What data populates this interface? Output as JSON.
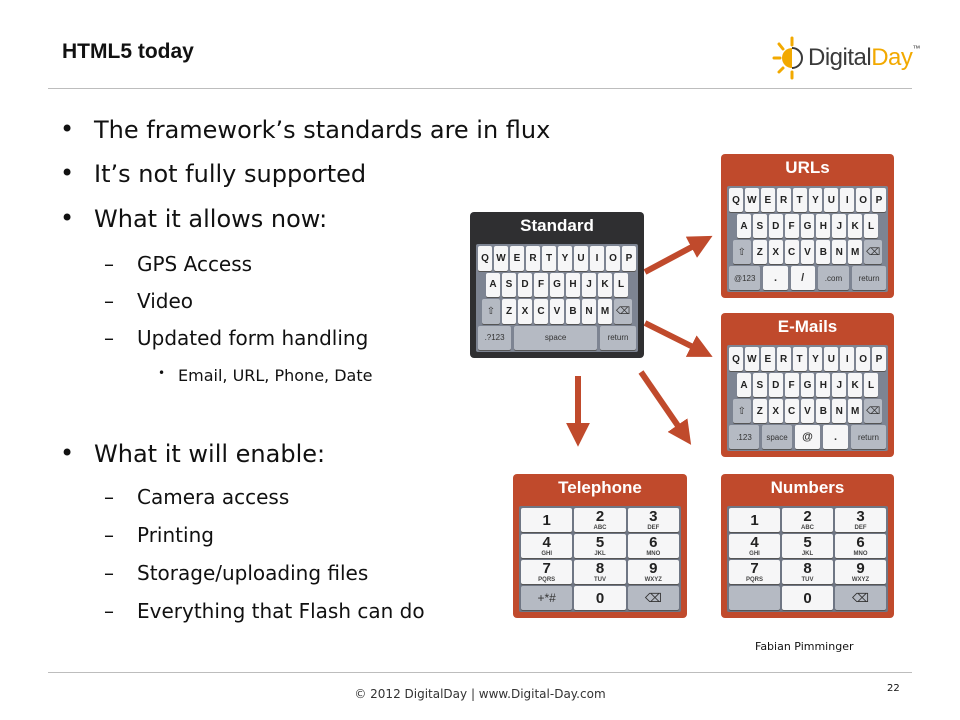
{
  "header": {
    "title": "HTML5 today"
  },
  "logo": {
    "part1": "Digital",
    "part2": "Day",
    "tm": "™"
  },
  "bullets": {
    "b1": "The framework’s standards are in flux",
    "b2": "It’s not fully supported",
    "b3": "What it allows now:",
    "allows": [
      "GPS Access",
      "Video",
      "Updated form handling"
    ],
    "form_sub": "Email, URL, Phone, Date",
    "b4": "What it will enable:",
    "enable": [
      "Camera access",
      "Printing",
      "Storage/uploading files",
      "Everything that Flash can do"
    ]
  },
  "keyboards": {
    "standard": {
      "title": "Standard",
      "rows": [
        [
          "Q",
          "W",
          "E",
          "R",
          "T",
          "Y",
          "U",
          "I",
          "O",
          "P"
        ],
        [
          "A",
          "S",
          "D",
          "F",
          "G",
          "H",
          "J",
          "K",
          "L"
        ],
        [
          "Z",
          "X",
          "C",
          "V",
          "B",
          "N",
          "M"
        ]
      ],
      "bottom": [
        ".?123",
        "space",
        "return"
      ]
    },
    "urls": {
      "title": "URLs",
      "rows": [
        [
          "Q",
          "W",
          "E",
          "R",
          "T",
          "Y",
          "U",
          "I",
          "O",
          "P"
        ],
        [
          "A",
          "S",
          "D",
          "F",
          "G",
          "H",
          "J",
          "K",
          "L"
        ],
        [
          "Z",
          "X",
          "C",
          "V",
          "B",
          "N",
          "M"
        ]
      ],
      "bottom": [
        "@123",
        ".",
        "/",
        ".com",
        "return"
      ]
    },
    "emails": {
      "title": "E-Mails",
      "rows": [
        [
          "Q",
          "W",
          "E",
          "R",
          "T",
          "Y",
          "U",
          "I",
          "O",
          "P"
        ],
        [
          "A",
          "S",
          "D",
          "F",
          "G",
          "H",
          "J",
          "K",
          "L"
        ],
        [
          "Z",
          "X",
          "C",
          "V",
          "B",
          "N",
          "M"
        ]
      ],
      "bottom": [
        ".123",
        "space",
        "@",
        ".",
        "return"
      ]
    },
    "telephone": {
      "title": "Telephone",
      "keys": [
        [
          "1",
          ""
        ],
        [
          "2",
          "ABC"
        ],
        [
          "3",
          "DEF"
        ],
        [
          "4",
          "GHI"
        ],
        [
          "5",
          "JKL"
        ],
        [
          "6",
          "MNO"
        ],
        [
          "7",
          "PQRS"
        ],
        [
          "8",
          "TUV"
        ],
        [
          "9",
          "WXYZ"
        ],
        [
          "+*#",
          ""
        ],
        [
          "0",
          ""
        ],
        [
          "⌫",
          ""
        ]
      ]
    },
    "numbers": {
      "title": "Numbers",
      "keys": [
        [
          "1",
          ""
        ],
        [
          "2",
          "ABC"
        ],
        [
          "3",
          "DEF"
        ],
        [
          "4",
          "GHI"
        ],
        [
          "5",
          "JKL"
        ],
        [
          "6",
          "MNO"
        ],
        [
          "7",
          "PQRS"
        ],
        [
          "8",
          "TUV"
        ],
        [
          "9",
          "WXYZ"
        ],
        [
          "",
          ""
        ],
        [
          "0",
          ""
        ],
        [
          "⌫",
          ""
        ]
      ]
    }
  },
  "credit": "Fabian Pimminger",
  "footer": "© 2012 DigitalDay | www.Digital-Day.com",
  "page_number": "22",
  "colors": {
    "keyboard_red": "#c04a2c",
    "keyboard_dark": "#2f2f31",
    "logo_orange": "#f2a900"
  }
}
